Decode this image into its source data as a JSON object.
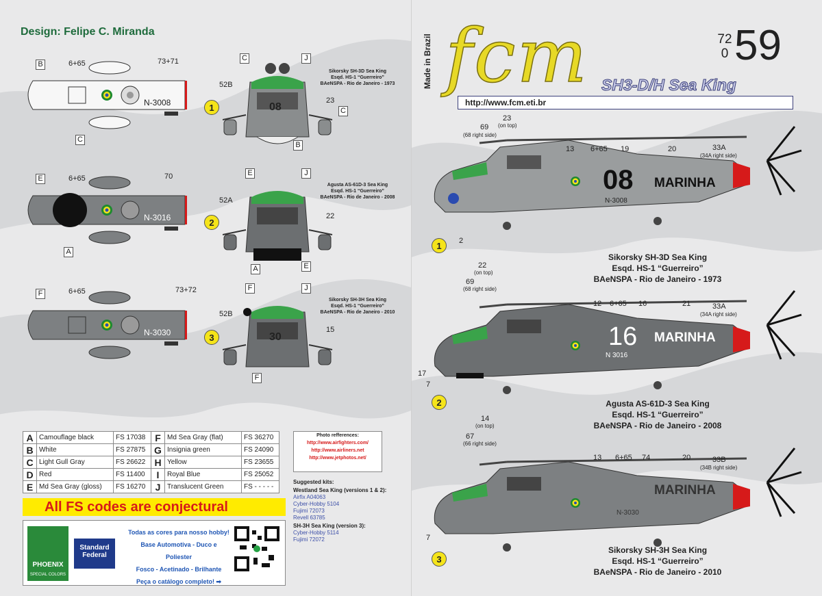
{
  "colors": {
    "accent_green": "#1e6b3c",
    "yellow": "#ffeb00",
    "red": "#d61a1a",
    "blue": "#3c4fa8",
    "fcm_yellow": "#e7d926"
  },
  "left": {
    "design_credit": "Design: Felipe C. Miranda",
    "views": [
      {
        "number": "1",
        "code": "N-3008",
        "labels": [
          "B",
          "C",
          "C",
          "J",
          "C",
          "B"
        ],
        "nums": [
          "6+65",
          "73+71",
          "52B",
          "23"
        ],
        "nose_code": "08",
        "caption": [
          "Sikorsky SH-3D Sea King",
          "Esqd. HS-1 “Guerreiro”",
          "BAeNSPA - Rio de Janeiro - 1973"
        ]
      },
      {
        "number": "2",
        "code": "N-3016",
        "labels": [
          "E",
          "A",
          "E",
          "J",
          "A",
          "E"
        ],
        "nums": [
          "6+65",
          "70",
          "52A",
          "22"
        ],
        "nose_code": "",
        "caption": [
          "Agusta AS-61D-3 Sea King",
          "Esqd. HS-1 “Guerreiro”",
          "BAeNSPA - Rio de Janeiro - 2008"
        ]
      },
      {
        "number": "3",
        "code": "N-3030",
        "labels": [
          "F",
          "F",
          "J",
          "F"
        ],
        "nums": [
          "6+65",
          "73+72",
          "52B",
          "15"
        ],
        "nose_code": "30",
        "caption": [
          "Sikorsky SH-3H Sea King",
          "Esqd. HS-1 “Guerreiro”",
          "BAeNSPA - Rio de Janeiro - 2010"
        ]
      }
    ],
    "color_table": [
      {
        "key": "A",
        "name": "Camouflage black",
        "fs": "FS 17038",
        "key2": "F",
        "name2": "Md Sea Gray (flat)",
        "fs2": "FS 36270"
      },
      {
        "key": "B",
        "name": "White",
        "fs": "FS 27875",
        "key2": "G",
        "name2": "Insignia green",
        "fs2": "FS 24090"
      },
      {
        "key": "C",
        "name": "Light Gull Gray",
        "fs": "FS 26622",
        "key2": "H",
        "name2": "Yellow",
        "fs2": "FS 23655"
      },
      {
        "key": "D",
        "name": "Red",
        "fs": "FS 11400",
        "key2": "I",
        "name2": "Royal Blue",
        "fs2": "FS 25052"
      },
      {
        "key": "E",
        "name": "Md Sea Gray (gloss)",
        "fs": "FS 16270",
        "key2": "J",
        "name2": "Translucent Green",
        "fs2": "FS - - - - -"
      }
    ],
    "fs_note": "All FS codes are conjectural",
    "photo_refs": {
      "title": "Photo refferences:",
      "links": [
        "http://www.airfighters.com/",
        "http://www.airliners.net",
        "http://www.jetphotos.net/"
      ]
    },
    "kits": [
      {
        "heading": "Suggested kits:",
        "items": []
      },
      {
        "heading": "Westland Sea King (versions 1 & 2):",
        "items": [
          "Airfix A04063",
          "Cyber-Hobby 5104",
          "Fujimi 72073",
          "Revell 63785"
        ]
      },
      {
        "heading": "SH-3H Sea King (version 3):",
        "items": [
          "Cyber-Hobby 5114",
          "Fujimi 72072"
        ]
      }
    ],
    "ad": {
      "lines": [
        "Todas as cores para nosso hobby!",
        "Base Automotiva - Duco e Poliester",
        "Fosco - Acetinado - Brilhante",
        "Peça o catálogo completo! ➡"
      ],
      "brand1": "PHOENIX",
      "brand1_sub": "SPECIAL COLORS",
      "brand2": "Standard Federal"
    }
  },
  "right": {
    "made_in": "Made in Brazil",
    "brand": "fcm",
    "scale_top": "72",
    "scale_bottom": "0",
    "issue": "59",
    "subtitle": "SH3-D/H Sea King",
    "url": "http://www.fcm.eti.br",
    "profiles": [
      {
        "number": "1",
        "big_code": "08",
        "navy": "MARINHA",
        "small_code": "N-3008",
        "nums": [
          "23",
          "(on top)",
          "69",
          "(68 right side)",
          "13",
          "6+65",
          "19",
          "20",
          "33A",
          "(34A right side)",
          "2"
        ],
        "caption": [
          "Sikorsky SH-3D Sea King",
          "Esqd. HS-1 “Guerreiro”",
          "BAeNSPA - Rio de Janeiro - 1973"
        ]
      },
      {
        "number": "2",
        "big_code": "16",
        "navy": "MARINHA",
        "small_code": "N 3016",
        "nums": [
          "22",
          "(on top)",
          "69",
          "(68 right side)",
          "12",
          "6+65",
          "16",
          "21",
          "33A",
          "(34A right side)",
          "17",
          "7"
        ],
        "caption": [
          "Agusta AS-61D-3 Sea King",
          "Esqd. HS-1 “Guerreiro”",
          "BAeNSPA - Rio de Janeiro - 2008"
        ]
      },
      {
        "number": "3",
        "big_code": "",
        "navy": "MARINHA",
        "small_code": "N-3030",
        "nums": [
          "14",
          "(on top)",
          "67",
          "(66 right side)",
          "13",
          "6+65",
          "74",
          "20",
          "33B",
          "(34B right side)",
          "7"
        ],
        "caption": [
          "Sikorsky SH-3H Sea King",
          "Esqd. HS-1 “Guerreiro”",
          "BAeNSPA - Rio de Janeiro - 2010"
        ]
      }
    ]
  }
}
